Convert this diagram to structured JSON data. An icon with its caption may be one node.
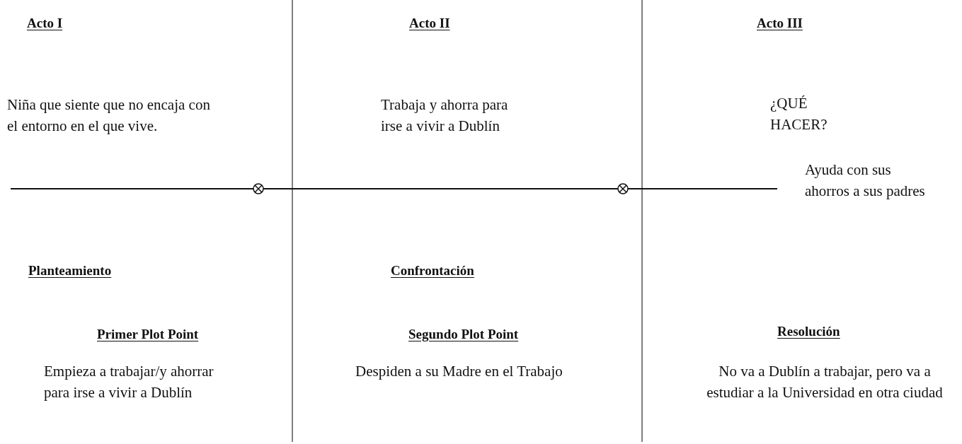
{
  "diagram": {
    "labels": [
      "Acto I",
      "Acto II",
      "Acto III",
      "Niña que siente que no encaja con el entorno en el que vive.",
      "Trabaja y ahorra para irse a vivir a Dublín",
      "¿QUÉ HACER?",
      "Ayuda con sus ahorros a sus padres",
      "Planteamiento",
      "Confrontación",
      "Primer Plot Point",
      "Segundo Plot Point",
      "Resolución",
      "Empieza a trabajar/y ahorrar para irse a vivir a Dublín",
      "Despiden a su Madre en el Trabajo",
      "No va a Dublín a trabajar, pero va a estudiar a la Universidad en otra ciudad"
    ]
  }
}
